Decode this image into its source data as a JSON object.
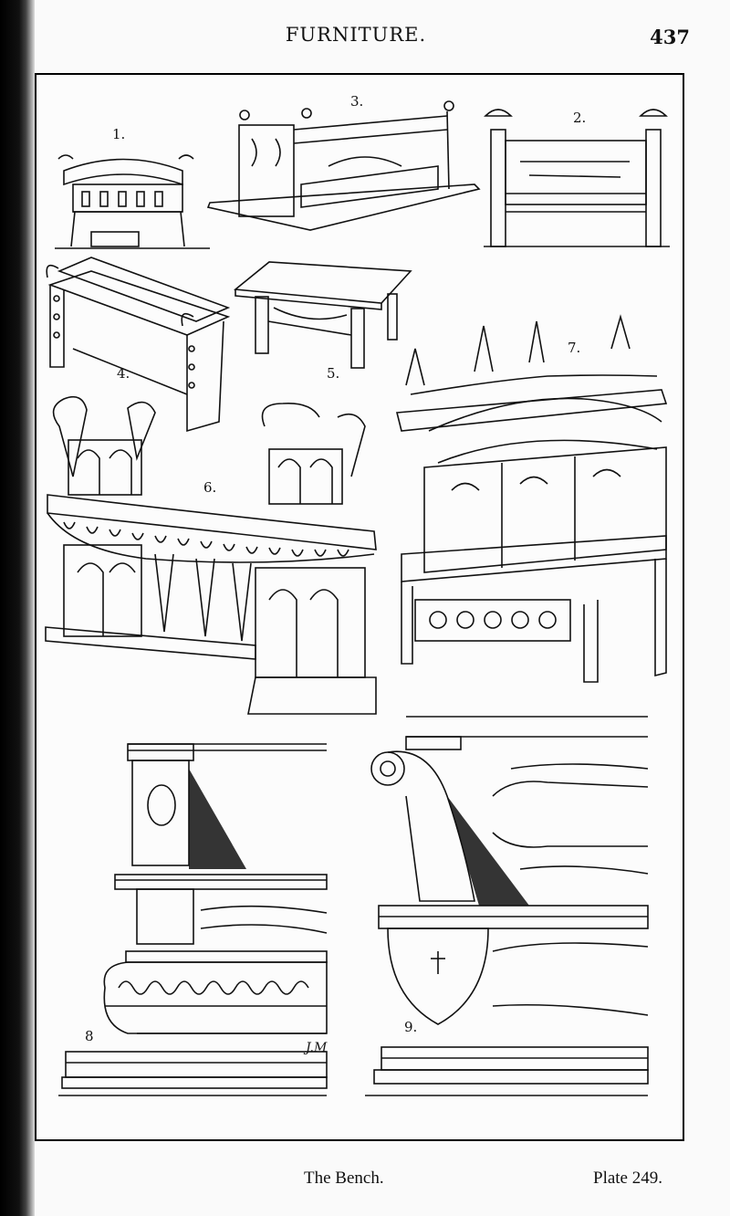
{
  "header": {
    "title": "FURNITURE.",
    "page_number": "437"
  },
  "figures": [
    {
      "number": "1."
    },
    {
      "number": "2."
    },
    {
      "number": "3."
    },
    {
      "number": "4."
    },
    {
      "number": "5."
    },
    {
      "number": "6."
    },
    {
      "number": "7."
    },
    {
      "number": "8"
    },
    {
      "number": "9."
    }
  ],
  "signature": "J.M",
  "caption": {
    "title": "The Bench.",
    "plate": "Plate 249."
  }
}
